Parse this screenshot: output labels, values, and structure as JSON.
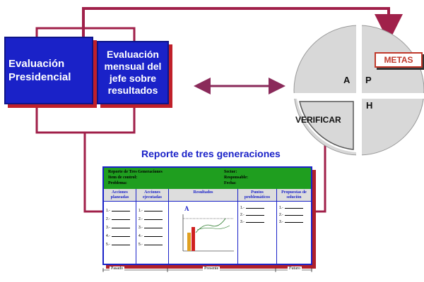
{
  "boxes": {
    "presidential": "Evaluación Presidencial",
    "monthly": "Evaluación mensual del jefe sobre resultados"
  },
  "pdca": {
    "a": "A",
    "p": "P",
    "h": "H",
    "verify": "VERIFICAR",
    "goals": "METAS"
  },
  "report": {
    "title": "Reporte de tres generaciones",
    "header_left": [
      "Reporte de Tres Generaciones",
      "Item de control:",
      "Problema:"
    ],
    "header_right": [
      "Sector:",
      "Responsable:",
      "Fecha:"
    ],
    "columns": [
      "Acciones planeadas",
      "Acciones ejecutadas",
      "Resultados",
      "Puntos problemáticos",
      "Propuestas de solución"
    ],
    "chart_letter": "A",
    "timeline": [
      "Pasado",
      "Presente",
      "Futuro"
    ]
  },
  "colors": {
    "box_blue": "#1a22c8",
    "shadow_red": "#c0202a",
    "header_green": "#1f9e1f",
    "connector_purple": "#a0204a",
    "arrow_purple": "#8a2a5a"
  }
}
